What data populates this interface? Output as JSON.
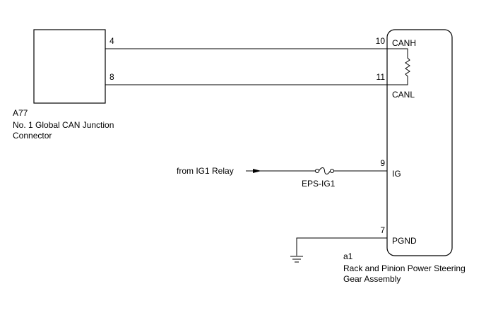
{
  "connector": {
    "code": "A77",
    "name_line1": "No. 1 Global CAN Junction",
    "name_line2": "Connector",
    "pins": {
      "can_high": "4",
      "can_low": "8"
    }
  },
  "component": {
    "code": "a1",
    "name_line1": "Rack and Pinion Power Steering",
    "name_line2": "Gear Assembly",
    "pins": {
      "canh": "10",
      "canl": "11",
      "ig": "9",
      "pgnd": "7"
    },
    "terminals": {
      "canh": "CANH",
      "canl": "CANL",
      "ig": "IG",
      "pgnd": "PGND"
    }
  },
  "power": {
    "source": "from IG1 Relay",
    "fuse": "EPS-IG1"
  }
}
